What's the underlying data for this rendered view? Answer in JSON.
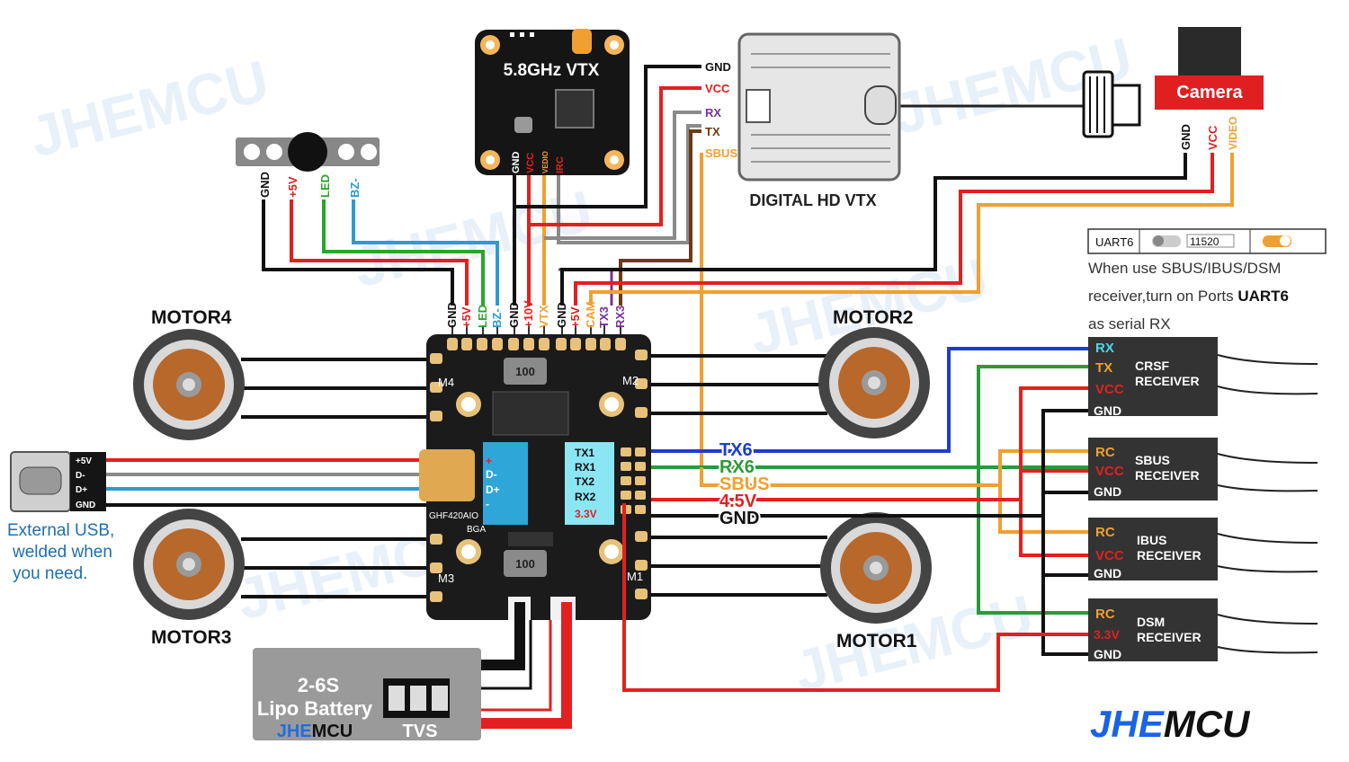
{
  "watermark": "JHEMCU",
  "vtx_analog": {
    "title": "5.8GHz VTX",
    "pins": [
      "GND",
      "VCC",
      "VEDIO",
      "IRC"
    ]
  },
  "vtx_digital": {
    "title": "DIGITAL HD VTX",
    "pins": [
      "GND",
      "VCC",
      "RX",
      "TX",
      "SBUS"
    ]
  },
  "camera": {
    "title": "Camera",
    "pins": [
      "GND",
      "VCC",
      "VIDEO"
    ]
  },
  "buzzer": {
    "pins": [
      "GND",
      "+5V",
      "LED",
      "BZ-"
    ]
  },
  "fc_top_pads": [
    "GND",
    "+5V",
    "LED",
    "BZ-",
    "GND",
    "+10V",
    "VTX",
    "GND",
    "+5V",
    "CAM",
    "TX3",
    "RX3"
  ],
  "motors": {
    "m1": "MOTOR1",
    "m2": "MOTOR2",
    "m3": "MOTOR3",
    "m4": "MOTOR4"
  },
  "fc_silk": {
    "m1": "M1",
    "m2": "M2",
    "m3": "M3",
    "m4": "M4",
    "model": "GHF420AIO",
    "bga": "BGA",
    "inductor": "100"
  },
  "usb": {
    "pins": [
      "+5V",
      "D-",
      "D+",
      "GND"
    ],
    "board_pins": [
      "+",
      "D-",
      "D+",
      "-"
    ],
    "note": [
      "External USB,",
      "welded when",
      "you need."
    ]
  },
  "uart_pads": [
    "TX1",
    "RX1",
    "TX2",
    "RX2",
    "3.3V"
  ],
  "side_labels": [
    "TX6",
    "RX6",
    "SBUS",
    "4.5V",
    "GND"
  ],
  "uart_box": {
    "label": "UART6",
    "value": "11520",
    "note": [
      "When use SBUS/IBUS/DSM",
      "receiver,turn on Ports",
      "UART6",
      "as serial RX"
    ]
  },
  "receivers": [
    {
      "name": [
        "CRSF",
        "RECEIVER"
      ],
      "pins": [
        "RX",
        "TX",
        "VCC",
        "GND"
      ]
    },
    {
      "name": [
        "SBUS",
        "RECEIVER"
      ],
      "pins": [
        "RC",
        "VCC",
        "GND"
      ]
    },
    {
      "name": [
        "IBUS",
        "RECEIVER"
      ],
      "pins": [
        "RC",
        "VCC",
        "GND"
      ]
    },
    {
      "name": [
        "DSM",
        "RECEIVER"
      ],
      "pins": [
        "RC",
        "3.3V",
        "GND"
      ]
    }
  ],
  "battery": {
    "line1": "2-6S",
    "line2": "Lipo Battery",
    "brand_a": "JHE",
    "brand_b": "MCU",
    "tvs": "TVS"
  },
  "logo": {
    "a": "JHE",
    "b": "MCU"
  },
  "colors": {
    "gnd": "#111111",
    "power": "#e32020",
    "led": "#2aa52a",
    "bz": "#2b9bd6",
    "vtx": "#f0a030",
    "cam": "#f0a030",
    "tx": "#1f3cd0",
    "rx": "#2a9a3a",
    "sbus": "#f0a030",
    "purple": "#7b2f9b",
    "brown": "#6b3a12",
    "grey": "#8a8a8a"
  }
}
